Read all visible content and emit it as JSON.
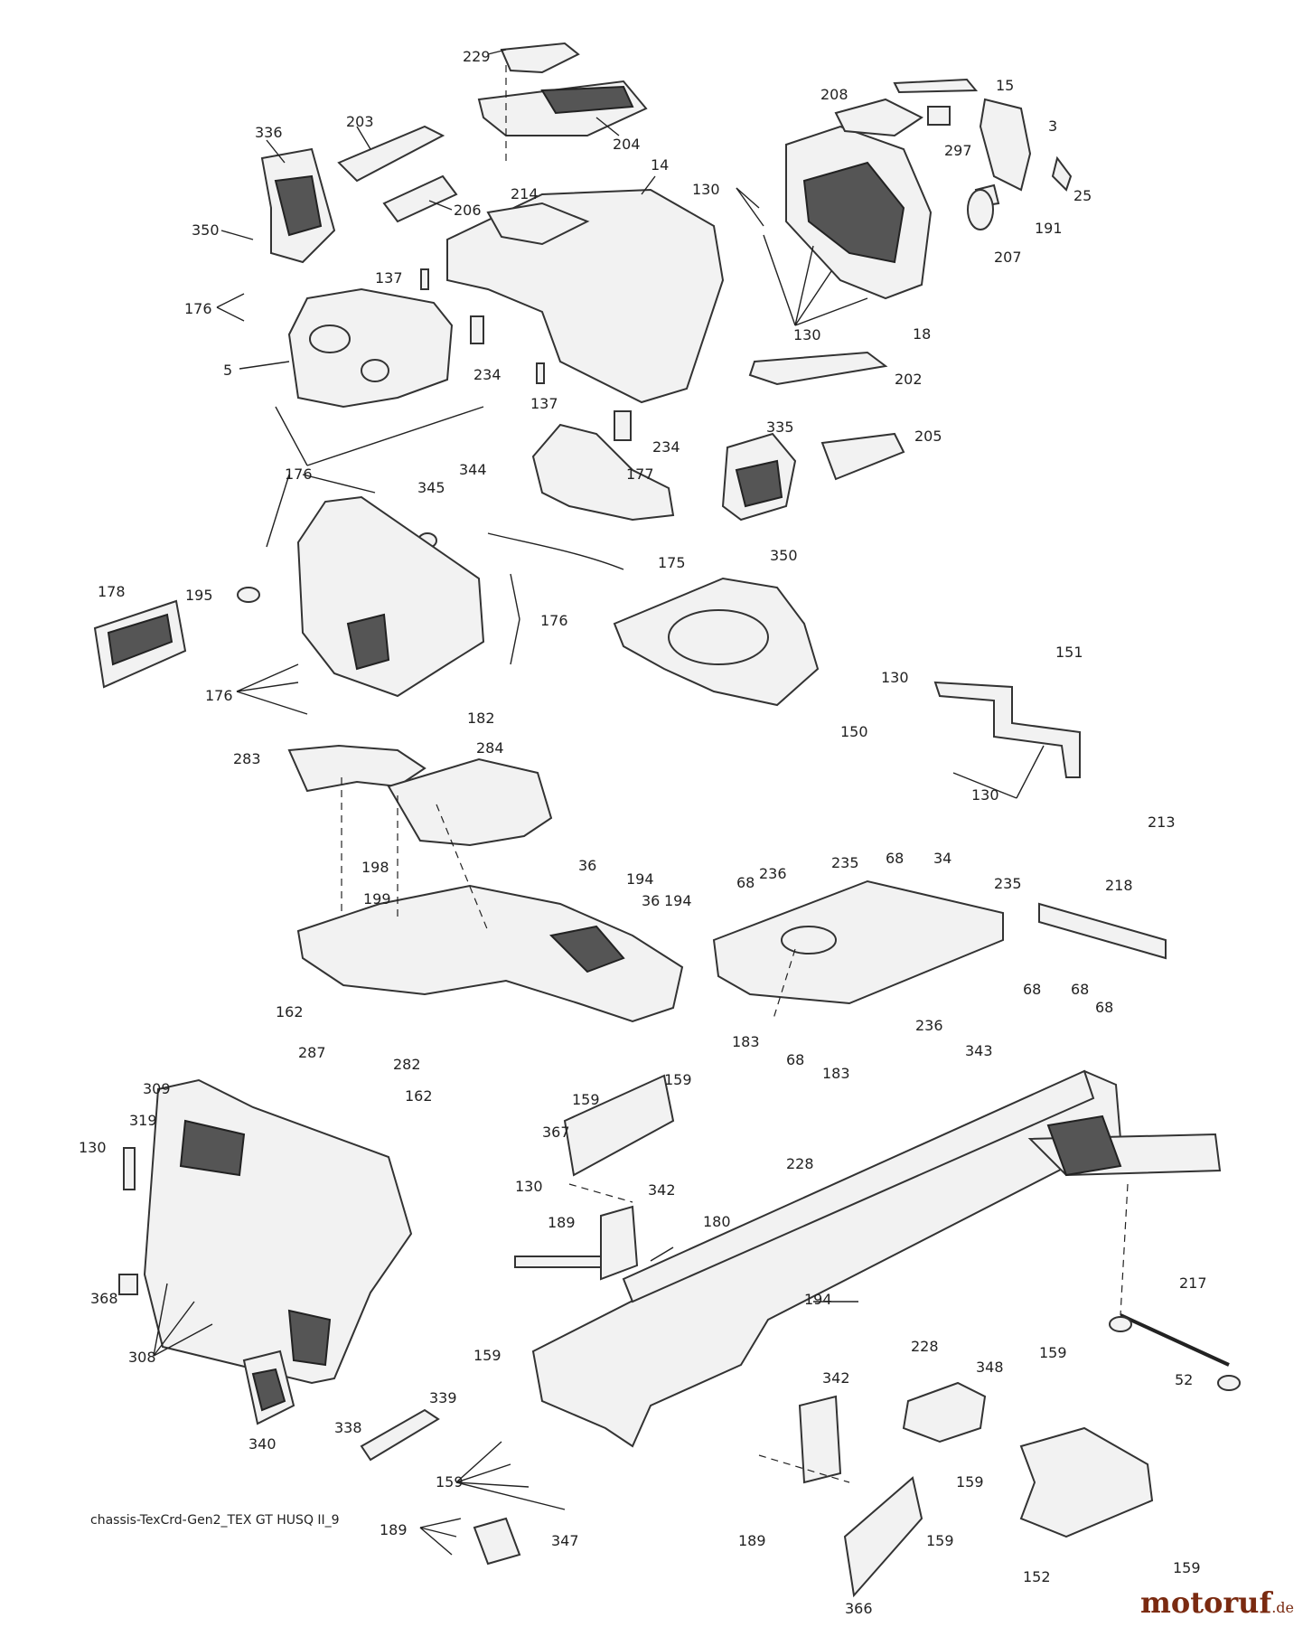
{
  "caption": "chassis-TexCrd-Gen2_TEX GT HUSQ II_9",
  "watermark": {
    "brand": "motoruf",
    "tld": ".de",
    "color": "#7a2a10"
  },
  "labels": [
    "229",
    "204",
    "214",
    "336",
    "203",
    "206",
    "350",
    "14",
    "137",
    "176",
    "5",
    "234",
    "137",
    "234",
    "130",
    "208",
    "15",
    "3",
    "297",
    "25",
    "191",
    "207",
    "130",
    "18",
    "202",
    "176",
    "344",
    "345",
    "177",
    "175",
    "335",
    "205",
    "350",
    "178",
    "195",
    "176",
    "176",
    "182",
    "150",
    "151",
    "130",
    "130",
    "283",
    "284",
    "198",
    "199",
    "36",
    "194",
    "36",
    "194",
    "236",
    "235",
    "68",
    "34",
    "235",
    "68",
    "213",
    "218",
    "68",
    "162",
    "287",
    "282",
    "162",
    "183",
    "68",
    "183",
    "236",
    "343",
    "68",
    "68",
    "309",
    "319",
    "130",
    "159",
    "159",
    "367",
    "228",
    "130",
    "189",
    "342",
    "180",
    "194",
    "368",
    "308",
    "228",
    "217",
    "159",
    "52",
    "159",
    "348",
    "342",
    "339",
    "338",
    "340",
    "159",
    "159",
    "189",
    "347",
    "159",
    "189",
    "366",
    "152",
    "159"
  ]
}
